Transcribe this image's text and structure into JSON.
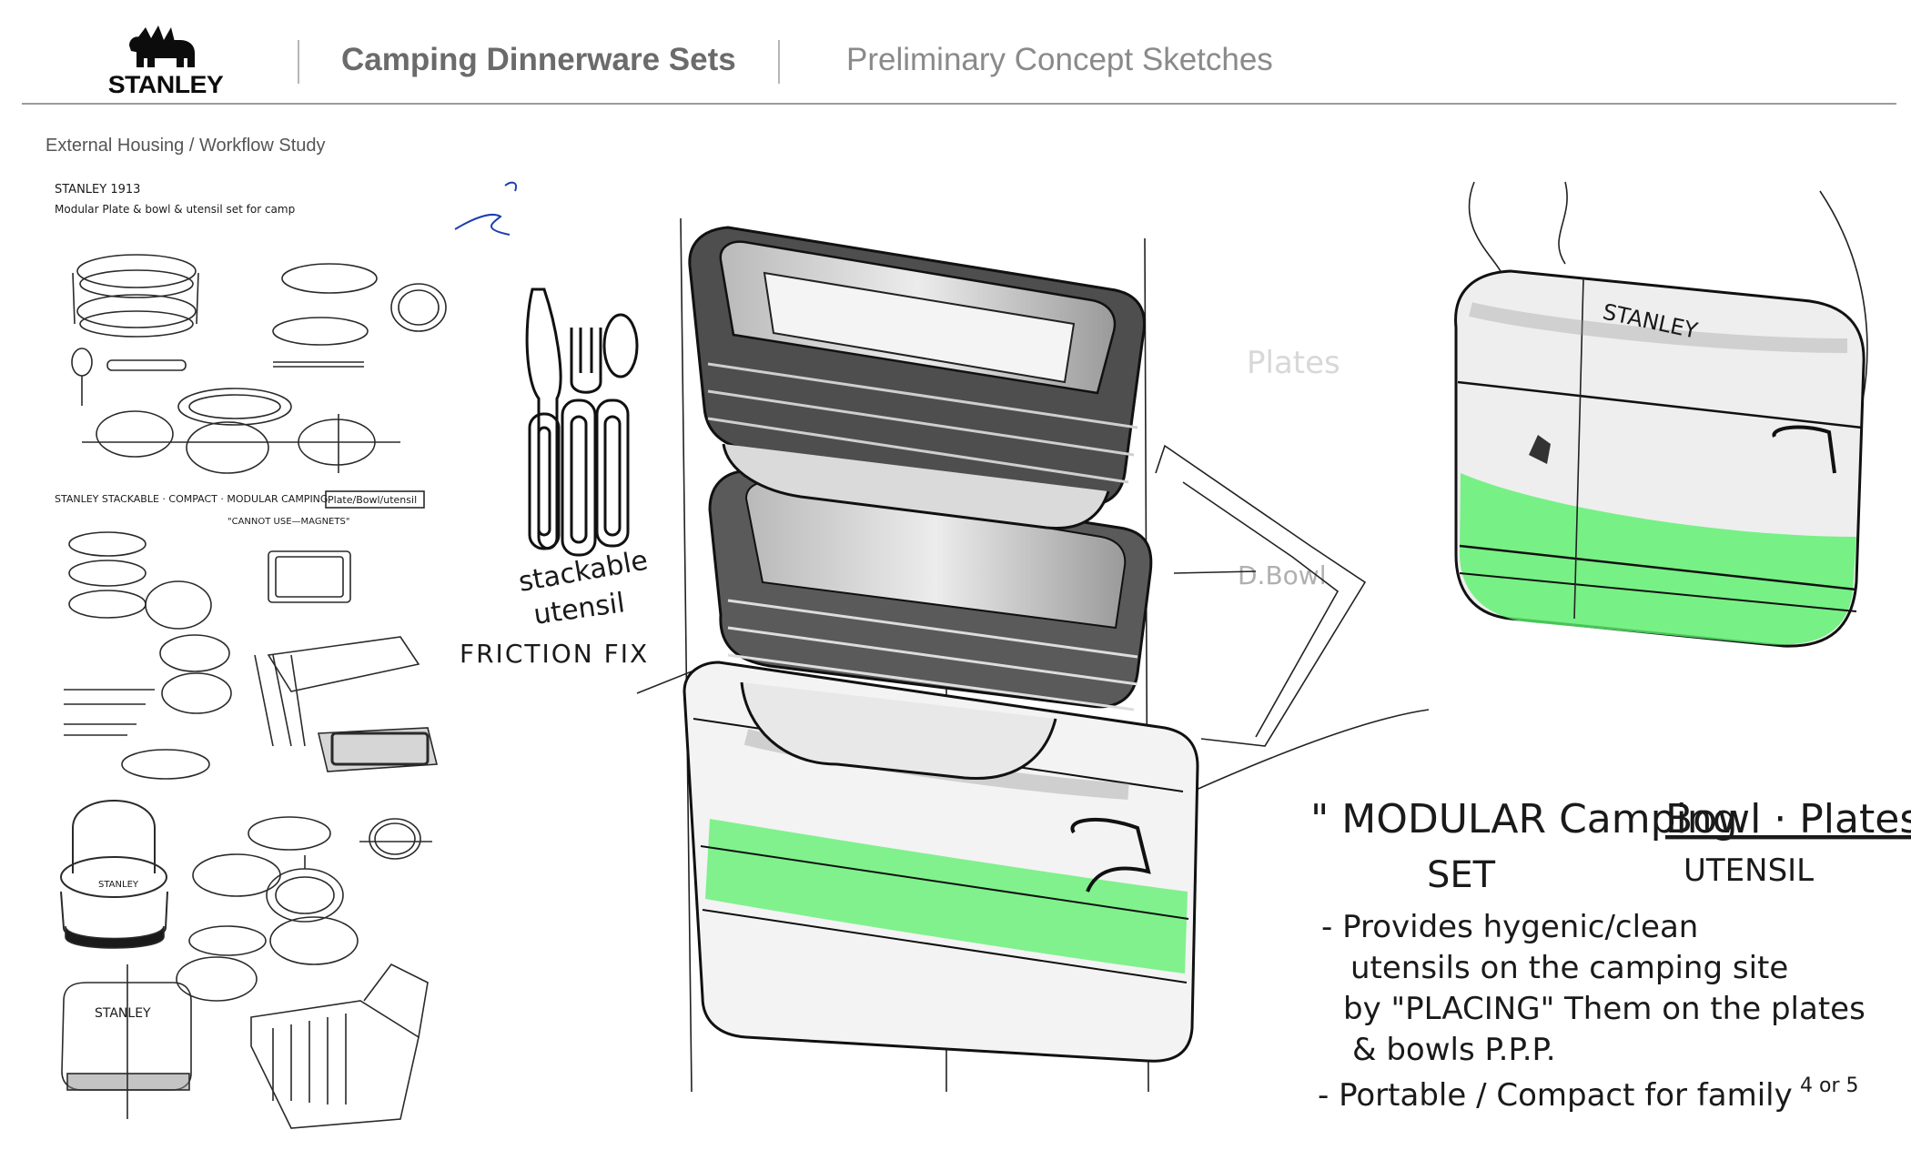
{
  "header": {
    "brand": "STANLEY",
    "title": "Camping Dinnerware Sets",
    "subtitle": "Preliminary Concept Sketches"
  },
  "section_label": "External Housing / Workflow Study",
  "sketch_notes": {
    "panel_title_1": "STANLEY 1913",
    "panel_note_1": "Modular Plate & bowl & utensil set for camp",
    "panel_note_2": "STANLEY  STACKABLE · COMPACT · MODULAR CAMPING",
    "panel_box": "Plate/Bowl/utensil",
    "panel_note_3": "\"CANNOT USE—MAGNETS\"",
    "stackable": "stackable",
    "utensil": "utensil",
    "friction_fix": "FRICTION FIX",
    "lid_brand": "STANLEY",
    "small_brand": "STANLEY",
    "plates": "Plates",
    "bowl": "D.Bowl",
    "headline_1": "\" MODULAR Camping",
    "headline_2": "Bowl · Plates \"",
    "headline_set": "SET",
    "headline_utensil": "UTENSIL",
    "bullet_1a": "- Provides hygenic/clean",
    "bullet_1b": "utensils on the camping site",
    "bullet_1c": "by \"PLACING\" Them on the plates",
    "bullet_1d": "& bowls P.P.P.",
    "bullet_2": "- Portable / Compact for family",
    "fraction": "4 or 5"
  },
  "colors": {
    "accent_green": "#5ef06a",
    "ink": "#1a1a1a",
    "marker_gray": "#6e6e6e"
  }
}
